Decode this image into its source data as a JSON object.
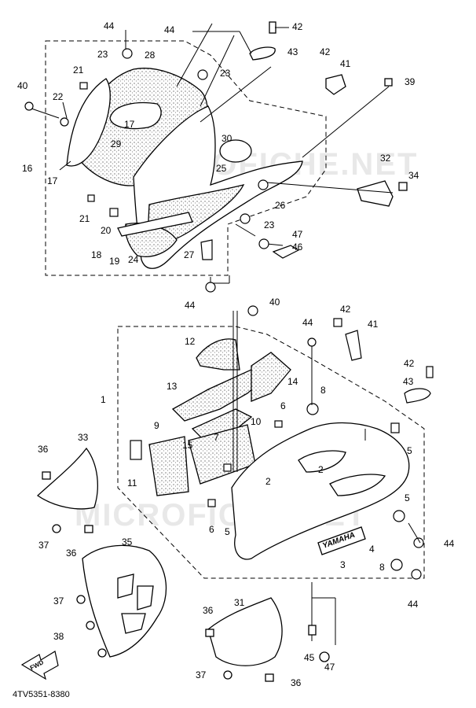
{
  "diagram": {
    "code": "4TV5351-8380",
    "fwd_label": "FWD",
    "brand_text": "YAMAHA",
    "watermark_text": "MICROFICHE.NET",
    "part_labels": [
      "1",
      "2",
      "3",
      "4",
      "5",
      "6",
      "7",
      "8",
      "9",
      "10",
      "11",
      "12",
      "13",
      "14",
      "15",
      "16",
      "17",
      "18",
      "19",
      "20",
      "21",
      "22",
      "23",
      "24",
      "25",
      "26",
      "27",
      "28",
      "29",
      "30",
      "31",
      "32",
      "33",
      "34",
      "35",
      "36",
      "37",
      "38",
      "39",
      "40",
      "41",
      "42",
      "43",
      "44",
      "45",
      "46",
      "47"
    ]
  }
}
